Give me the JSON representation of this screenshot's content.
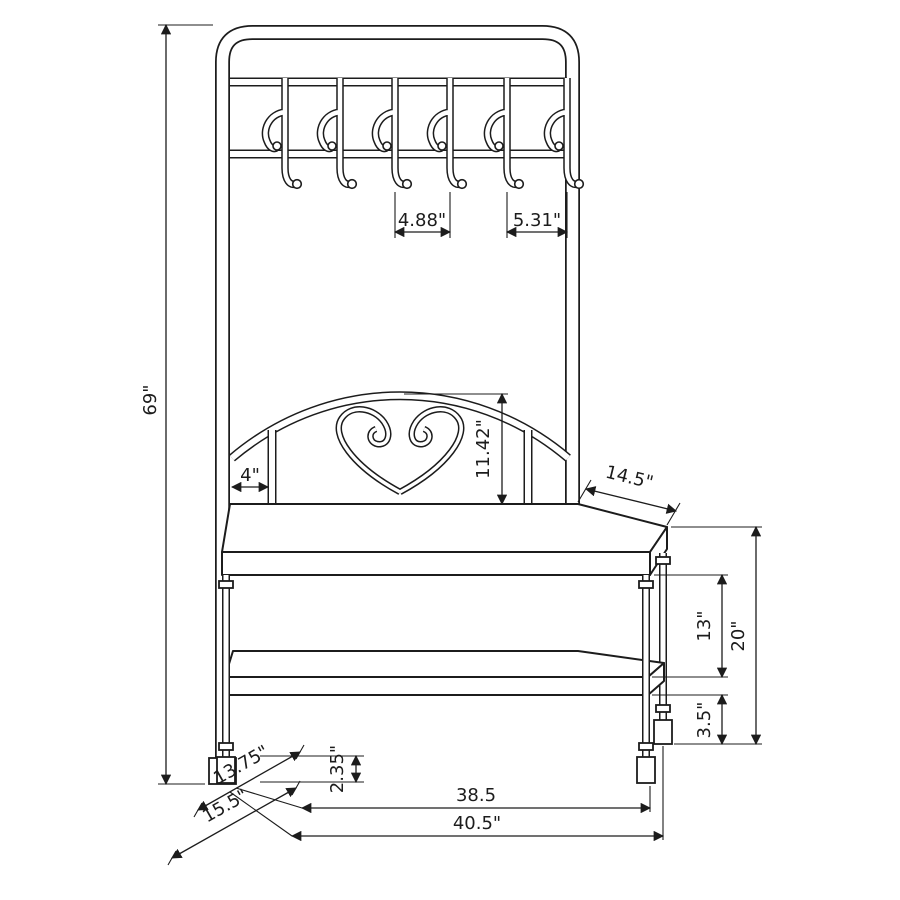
{
  "diagram": {
    "background": "#ffffff",
    "line_color": "#1c1c1c",
    "hook_count": 6,
    "labels": {
      "height_overall": "69\"",
      "hook_spacing_a": "4.88\"",
      "hook_spacing_b": "5.31\"",
      "backrest_height": "11.42\"",
      "spindle_inset": "4\"",
      "seat_depth": "14.5\"",
      "seat_to_shelf": "13\"",
      "seat_height": "20\"",
      "shelf_to_floor": "3.5\"",
      "foot_height": "2.35\"",
      "depth_seat": "13.75\"",
      "depth_overall": "15.5\"",
      "width_between_legs": "38.5",
      "width_overall": "40.5\""
    }
  }
}
